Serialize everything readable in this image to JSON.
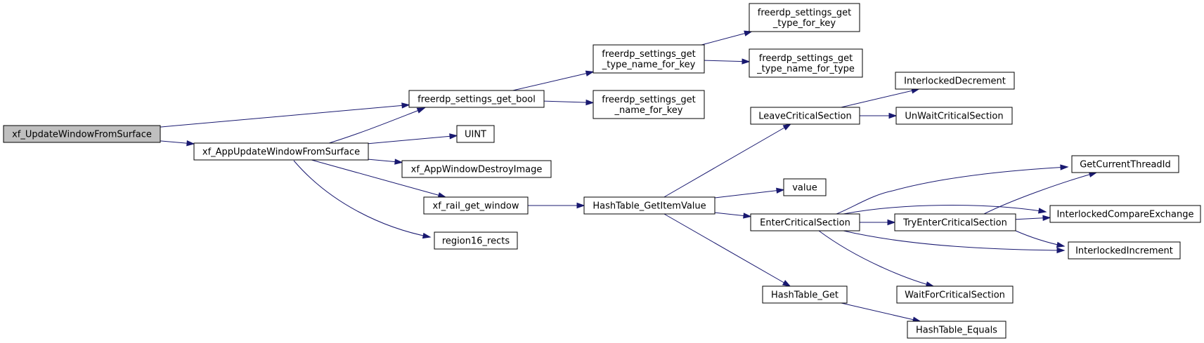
{
  "graph": {
    "colors": {
      "edge": "#191970",
      "root_fill": "#bfbfbf",
      "node_fill": "#ffffff",
      "node_border": "#000000"
    },
    "nodes": [
      {
        "id": "n0",
        "lines": [
          "xf_UpdateWindowFromSurface"
        ],
        "root": true
      },
      {
        "id": "n1",
        "lines": [
          "freerdp_settings_get_bool"
        ]
      },
      {
        "id": "n2",
        "lines": [
          "xf_AppUpdateWindowFromSurface"
        ]
      },
      {
        "id": "n3",
        "lines": [
          "freerdp_settings_get",
          "_type_name_for_key"
        ]
      },
      {
        "id": "n4",
        "lines": [
          "freerdp_settings_get",
          "_name_for_key"
        ]
      },
      {
        "id": "n5",
        "lines": [
          "freerdp_settings_get",
          "_type_for_key"
        ]
      },
      {
        "id": "n6",
        "lines": [
          "freerdp_settings_get",
          "_type_name_for_type"
        ]
      },
      {
        "id": "n7",
        "lines": [
          "UINT"
        ]
      },
      {
        "id": "n8",
        "lines": [
          "xf_AppWindowDestroyImage"
        ]
      },
      {
        "id": "n9",
        "lines": [
          "xf_rail_get_window"
        ]
      },
      {
        "id": "n10",
        "lines": [
          "region16_rects"
        ]
      },
      {
        "id": "n11",
        "lines": [
          "HashTable_GetItemValue"
        ]
      },
      {
        "id": "n12",
        "lines": [
          "LeaveCriticalSection"
        ]
      },
      {
        "id": "n13",
        "lines": [
          "value"
        ]
      },
      {
        "id": "n14",
        "lines": [
          "EnterCriticalSection"
        ]
      },
      {
        "id": "n15",
        "lines": [
          "HashTable_Get"
        ]
      },
      {
        "id": "n16",
        "lines": [
          "InterlockedDecrement"
        ]
      },
      {
        "id": "n17",
        "lines": [
          "UnWaitCriticalSection"
        ]
      },
      {
        "id": "n18",
        "lines": [
          "GetCurrentThreadId"
        ]
      },
      {
        "id": "n19",
        "lines": [
          "InterlockedCompareExchange"
        ]
      },
      {
        "id": "n20",
        "lines": [
          "TryEnterCriticalSection"
        ]
      },
      {
        "id": "n21",
        "lines": [
          "InterlockedIncrement"
        ]
      },
      {
        "id": "n22",
        "lines": [
          "WaitForCriticalSection"
        ]
      },
      {
        "id": "n23",
        "lines": [
          "HashTable_Equals"
        ]
      }
    ],
    "edges": [
      {
        "from": "n0",
        "to": "n1"
      },
      {
        "from": "n0",
        "to": "n2"
      },
      {
        "from": "n2",
        "to": "n1"
      },
      {
        "from": "n2",
        "to": "n7"
      },
      {
        "from": "n2",
        "to": "n8"
      },
      {
        "from": "n2",
        "to": "n9"
      },
      {
        "from": "n2",
        "to": "n10"
      },
      {
        "from": "n1",
        "to": "n3"
      },
      {
        "from": "n1",
        "to": "n4"
      },
      {
        "from": "n3",
        "to": "n5"
      },
      {
        "from": "n3",
        "to": "n6"
      },
      {
        "from": "n9",
        "to": "n11"
      },
      {
        "from": "n11",
        "to": "n12"
      },
      {
        "from": "n11",
        "to": "n13"
      },
      {
        "from": "n11",
        "to": "n14"
      },
      {
        "from": "n11",
        "to": "n15"
      },
      {
        "from": "n12",
        "to": "n16"
      },
      {
        "from": "n12",
        "to": "n17"
      },
      {
        "from": "n14",
        "to": "n18"
      },
      {
        "from": "n14",
        "to": "n19"
      },
      {
        "from": "n14",
        "to": "n20"
      },
      {
        "from": "n14",
        "to": "n21"
      },
      {
        "from": "n14",
        "to": "n22"
      },
      {
        "from": "n20",
        "to": "n18"
      },
      {
        "from": "n20",
        "to": "n19"
      },
      {
        "from": "n20",
        "to": "n21"
      },
      {
        "from": "n15",
        "to": "n23"
      }
    ]
  }
}
